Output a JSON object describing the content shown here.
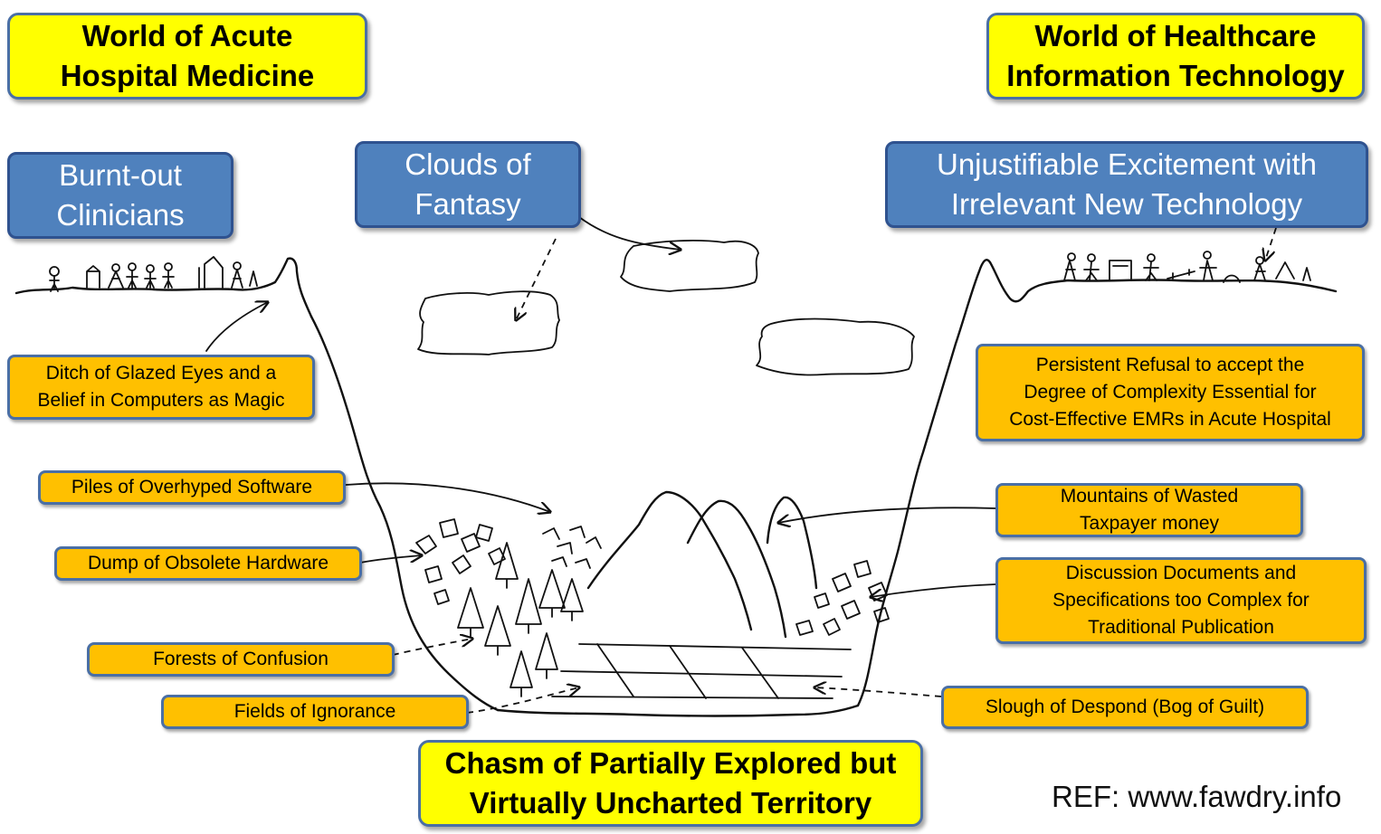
{
  "headers": {
    "left_title": [
      "World of Acute",
      "Hospital Medicine"
    ],
    "right_title": [
      "World of Healthcare",
      "Information Technology"
    ],
    "bottom_title": [
      "Chasm of Partially Explored but",
      "Virtually Uncharted Territory"
    ]
  },
  "blue_labels": {
    "burnt_out": [
      "Burnt-out",
      "Clinicians"
    ],
    "clouds": [
      "Clouds of",
      "Fantasy"
    ],
    "excitement": [
      "Unjustifiable Excitement with",
      "Irrelevant New Technology"
    ]
  },
  "orange_labels": {
    "ditch": [
      "Ditch of Glazed Eyes and a",
      "Belief in Computers as Magic"
    ],
    "refusal": [
      "Persistent Refusal to accept the",
      "Degree of Complexity Essential for",
      "Cost-Effective EMRs in Acute Hospital"
    ],
    "software": [
      "Piles of Overhyped Software"
    ],
    "mountains": [
      "Mountains of Wasted",
      "Taxpayer money"
    ],
    "hardware": [
      "Dump of Obsolete Hardware"
    ],
    "documents": [
      "Discussion Documents and",
      "Specifications too Complex for",
      "Traditional Publication"
    ],
    "forests": [
      "Forests of Confusion"
    ],
    "fields": [
      "Fields of Ignorance"
    ],
    "slough": [
      "Slough of Despond (Bog of Guilt)"
    ]
  },
  "reference": "REF: www.fawdry.info"
}
